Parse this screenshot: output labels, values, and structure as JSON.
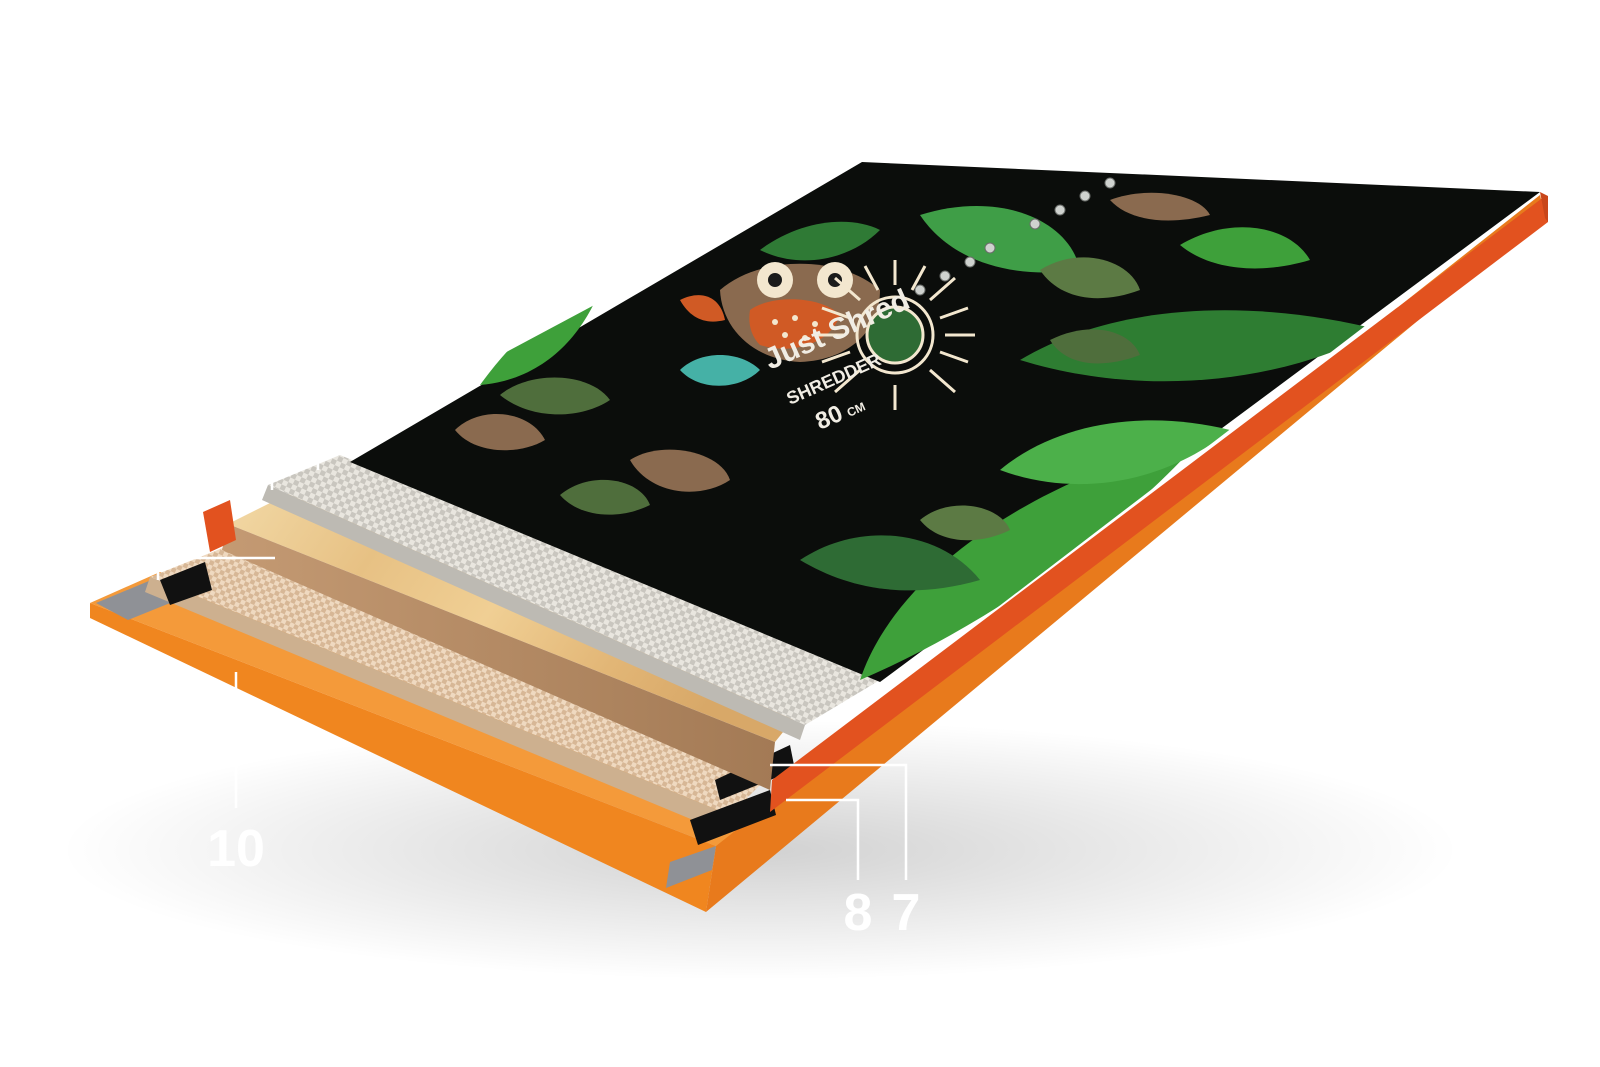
{
  "board": {
    "wordmark": "Just Shred",
    "model": "SHREDDER",
    "size_number": "80",
    "size_unit": "CM"
  },
  "callouts": [
    {
      "id": "top-sheet",
      "label": ""
    },
    {
      "id": "upper-glass",
      "label": ""
    },
    {
      "id": "sidewall",
      "label": ""
    },
    {
      "id": "wood-core",
      "label": ""
    },
    {
      "id": "lower-glass",
      "label": ""
    },
    {
      "id": "edge",
      "label": ""
    },
    {
      "id": "base",
      "label": "10"
    },
    {
      "id": "edge-channel",
      "label": "8"
    },
    {
      "id": "core-edge",
      "label": "7"
    }
  ],
  "colors": {
    "topsheet": "#0b0d0b",
    "sidewall": "#e2521f",
    "base": "#f0861f",
    "wood": "#e8c78a",
    "fiberglass": "#e9e6df",
    "leaf_green": "#3ea03a",
    "leaf_dark": "#2e6b34",
    "camo_brown": "#8a6a4f",
    "camo_olive": "#4f6e3c",
    "owl_orange": "#d05a25",
    "owl_teal": "#45b1a6",
    "sun_cream": "#f3e7cf",
    "callout_line": "#ffffff"
  },
  "icons": [
    "owl-illustration",
    "sun-emblem",
    "leaf-pattern",
    "camo-pattern",
    "insert-holes"
  ]
}
